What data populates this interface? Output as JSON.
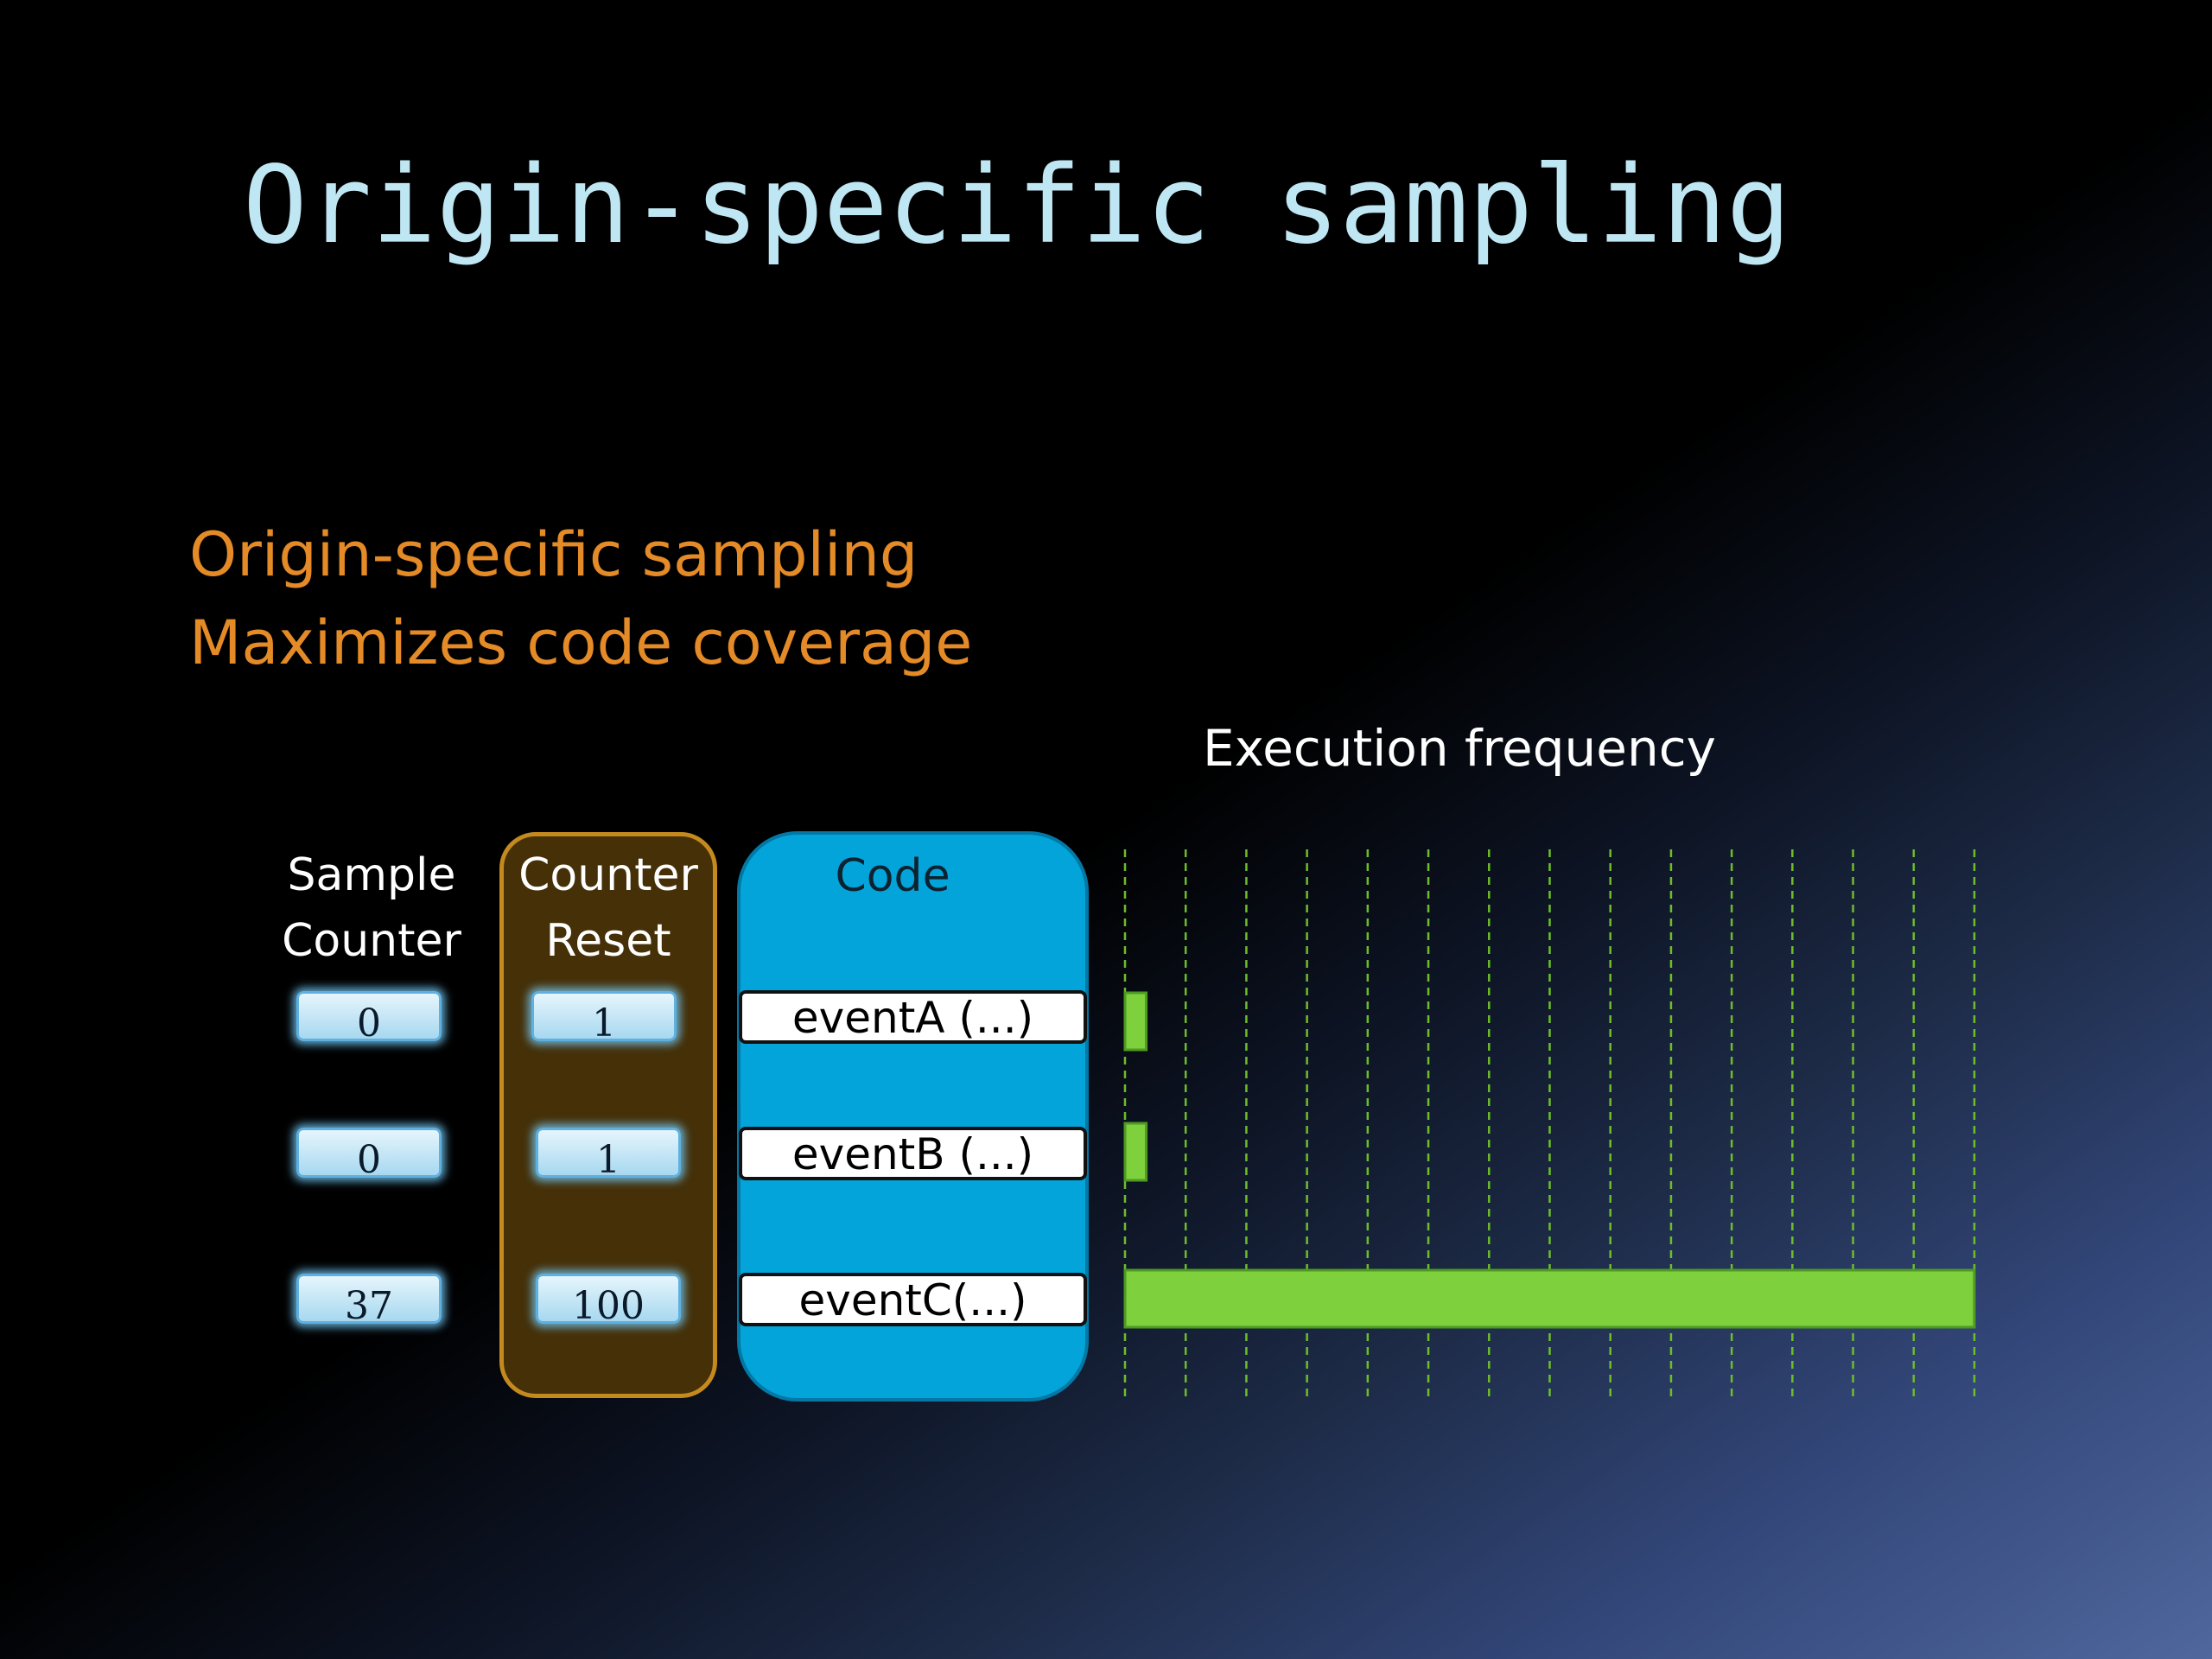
{
  "slide": {
    "title": "Origin-specific sampling",
    "bullets": [
      "Origin-specific sampling",
      "Maximizes code coverage"
    ]
  },
  "diagram": {
    "execution_label": "Execution frequency",
    "columns": {
      "sample_counter": "Sample\nCounter",
      "counter_reset": "Counter\nReset",
      "code": "Code"
    },
    "rows": [
      {
        "sample_counter": "0",
        "counter_reset": "1",
        "event": "eventA (...)",
        "frequency": 0.025
      },
      {
        "sample_counter": "0",
        "counter_reset": "1",
        "event": "eventB (...)",
        "frequency": 0.025
      },
      {
        "sample_counter": "37",
        "counter_reset": "100",
        "event": "eventC(...)",
        "frequency": 1.0
      }
    ],
    "colors": {
      "bar": "#7ed03c",
      "gridline": "#6dbd2a",
      "reset_panel": "#453008",
      "code_panel": "#02a4da"
    }
  }
}
